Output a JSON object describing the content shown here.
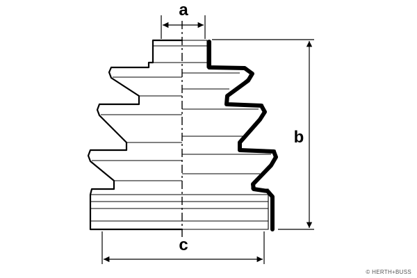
{
  "dimensions": {
    "a": "a",
    "b": "b",
    "c": "c"
  },
  "brand": {
    "text": "HERTH+BUSS"
  }
}
